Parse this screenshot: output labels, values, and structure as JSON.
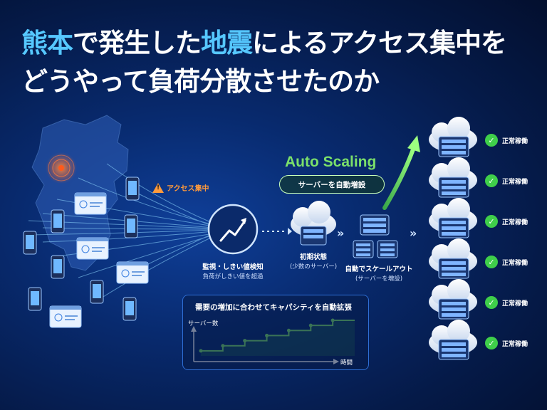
{
  "title": {
    "line1_hl1": "熊本",
    "line1_mid": "で発生した",
    "line1_hl2": "地震",
    "line1_end": "によるアクセス集中を",
    "line2": "どうやって負荷分散させたのか"
  },
  "alert_label": "アクセス集中",
  "monitor": {
    "label": "監視・しきい値検知",
    "sub": "負荷がしきい値を超過"
  },
  "initial": {
    "label": "初期状態",
    "sub": "(少数のサーバー)"
  },
  "scaleout": {
    "label": "自動でスケールアウト",
    "sub": "(サーバーを増設)"
  },
  "auto_scaling": {
    "title": "Auto Scaling",
    "pill": "サーバーを自動増設"
  },
  "panel": {
    "title": "需要の増加に合わせてキャパシティを自動拡張",
    "ylabel": "サーバー数",
    "xlabel": "時間"
  },
  "chart_data": {
    "type": "line",
    "title": "需要の増加に合わせてキャパシティを自動拡張",
    "xlabel": "時間",
    "ylabel": "サーバー数",
    "x": [
      1,
      2,
      3,
      4,
      5,
      6,
      7
    ],
    "values": [
      1,
      2,
      3,
      4,
      5,
      6,
      7
    ],
    "step": true
  },
  "servers": [
    {
      "status": "正常稼働"
    },
    {
      "status": "正常稼働"
    },
    {
      "status": "正常稼働"
    },
    {
      "status": "正常稼働"
    },
    {
      "status": "正常稼働"
    },
    {
      "status": "正常稼働"
    }
  ],
  "colors": {
    "accent": "#56c8ff",
    "green": "#7be06a",
    "alert": "#ff9a3c",
    "ok": "#3fcf4a"
  }
}
